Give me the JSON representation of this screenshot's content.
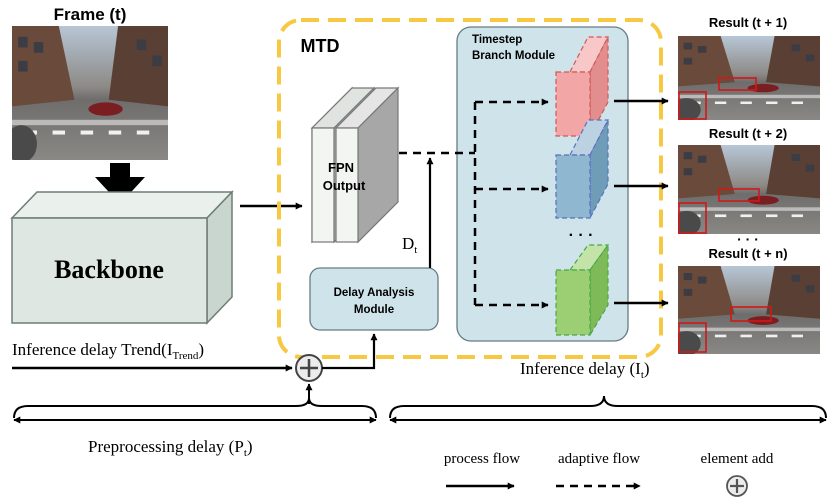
{
  "frame_label": "Frame (t)",
  "backbone_label": "Backbone",
  "mtd_label": "MTD",
  "fpn": {
    "line1": "FPN",
    "line2": "Output"
  },
  "timestep": {
    "line1": "Timestep",
    "line2": "Branch Module"
  },
  "delay_module": {
    "line1": "Delay Analysis",
    "line2": "Module"
  },
  "dt": {
    "base": "D",
    "sub": "t"
  },
  "trend": {
    "prefix": "Inference delay Trend(I",
    "sub": "Trend",
    "suffix": ")"
  },
  "inference_delay": {
    "prefix": "Inference delay (I",
    "sub": "t",
    "suffix": ")"
  },
  "preprocessing": {
    "prefix": "Preprocessing delay (P",
    "sub": "t",
    "suffix": ")"
  },
  "results": [
    "Result (t + 1)",
    "Result (t + 2)",
    "Result (t + n)"
  ],
  "ellipsis": "· · ·",
  "legend": {
    "process": "process flow",
    "adaptive": "adaptive flow",
    "add": "element add"
  },
  "colors": {
    "mtd_border": "#f7c842",
    "branch_bg": "#cfe4ea",
    "branch_red": "#f3a6a6",
    "branch_blue": "#8fb7cf",
    "branch_green": "#9ccf73",
    "detection_box": "#d01818"
  },
  "icons": [
    "down-arrow-icon",
    "plus-circle-icon",
    "dashed-arrow-icon",
    "solid-arrow-icon"
  ]
}
